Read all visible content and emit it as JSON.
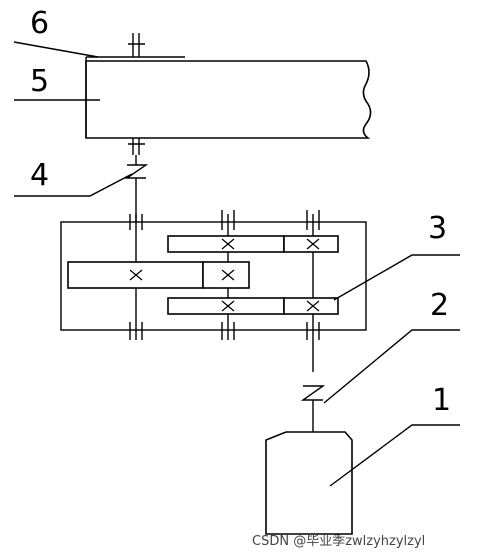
{
  "diagram": {
    "labels": {
      "motor": "1",
      "reducer": "3",
      "coupling_low": "2",
      "coupling_high": "4",
      "drum": "5",
      "belt": "6"
    },
    "watermark": "CSDN @毕业季zwlzyhzylzyl"
  }
}
